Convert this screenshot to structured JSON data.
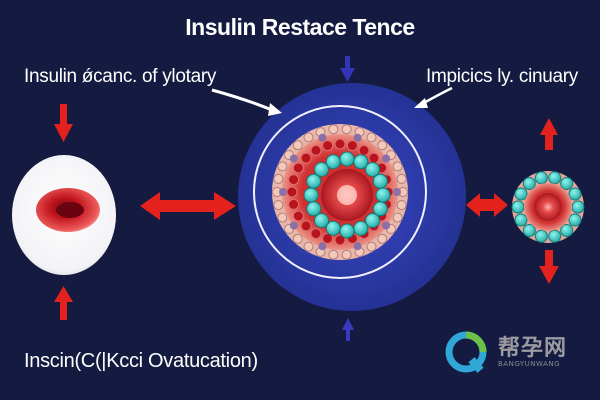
{
  "title": "Insulin Restace Tence",
  "labels": {
    "left": "Insulin ǿcanc. of ylotary",
    "right": "Impicics ly. cinuary",
    "bottom": "Inscin(C(|Kcci Ovatucation)"
  },
  "watermark": {
    "cn": "帮孕网",
    "en": "BANGYUNWANG"
  },
  "colors": {
    "background": "#141a40",
    "arrow_red": "#e3211d",
    "arrow_blue": "#3030b0",
    "disc_blue": "#2a36a8",
    "cyan_cells": "#38d0c8",
    "red_core": "#c81e2a"
  },
  "icons": {
    "arrows": "red-double-arrow",
    "watermark_logo": "q-logo-icon"
  }
}
